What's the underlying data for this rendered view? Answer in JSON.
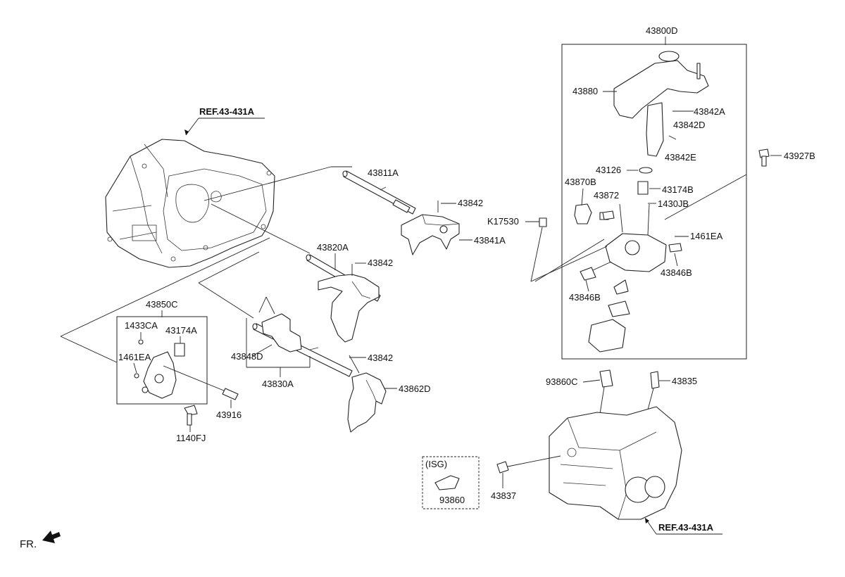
{
  "references": {
    "top_left": "REF.43-431A",
    "bottom_right": "REF.43-431A"
  },
  "front_marker": "FR.",
  "isg_box_label": "(ISG)",
  "parts": {
    "p43800D": "43800D",
    "p43880": "43880",
    "p43842A": "43842A",
    "p43842D": "43842D",
    "p43842E": "43842E",
    "p43927B": "43927B",
    "p43126": "43126",
    "p43870B": "43870B",
    "p43174B": "43174B",
    "p43872": "43872",
    "p1430JB": "1430JB",
    "p1461EA_right": "1461EA",
    "pK17530": "K17530",
    "p43846B_right": "43846B",
    "p43846B_left": "43846B",
    "p43811A": "43811A",
    "p43842_top": "43842",
    "p43841A": "43841A",
    "p43820A": "43820A",
    "p43842_mid": "43842",
    "p43850C": "43850C",
    "p1433CA": "1433CA",
    "p43174A": "43174A",
    "p1461EA_left": "1461EA",
    "p43848D": "43848D",
    "p43830A": "43830A",
    "p43842_low": "43842",
    "p43862D": "43862D",
    "p43916": "43916",
    "p1140FJ": "1140FJ",
    "p93860C": "93860C",
    "p43835": "43835",
    "p93860": "93860",
    "p43837": "43837"
  }
}
